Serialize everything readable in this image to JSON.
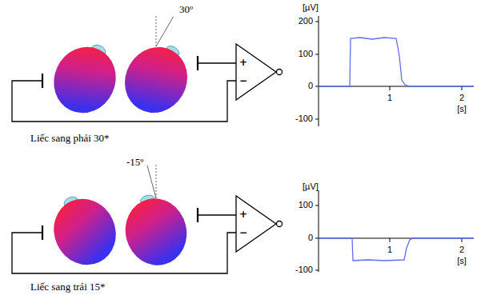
{
  "diagram": {
    "labels": [
      "30º",
      "+",
      "−",
      "Liếc sang phải 30*",
      "[µV]",
      "200",
      "100",
      "0",
      "-100",
      "1",
      "2",
      "[s]",
      "-15º",
      "+",
      "−",
      "Liếc sang trái 15*",
      "[µV]",
      "100",
      "0",
      "-100",
      "1",
      "2",
      "[s]"
    ]
  }
}
